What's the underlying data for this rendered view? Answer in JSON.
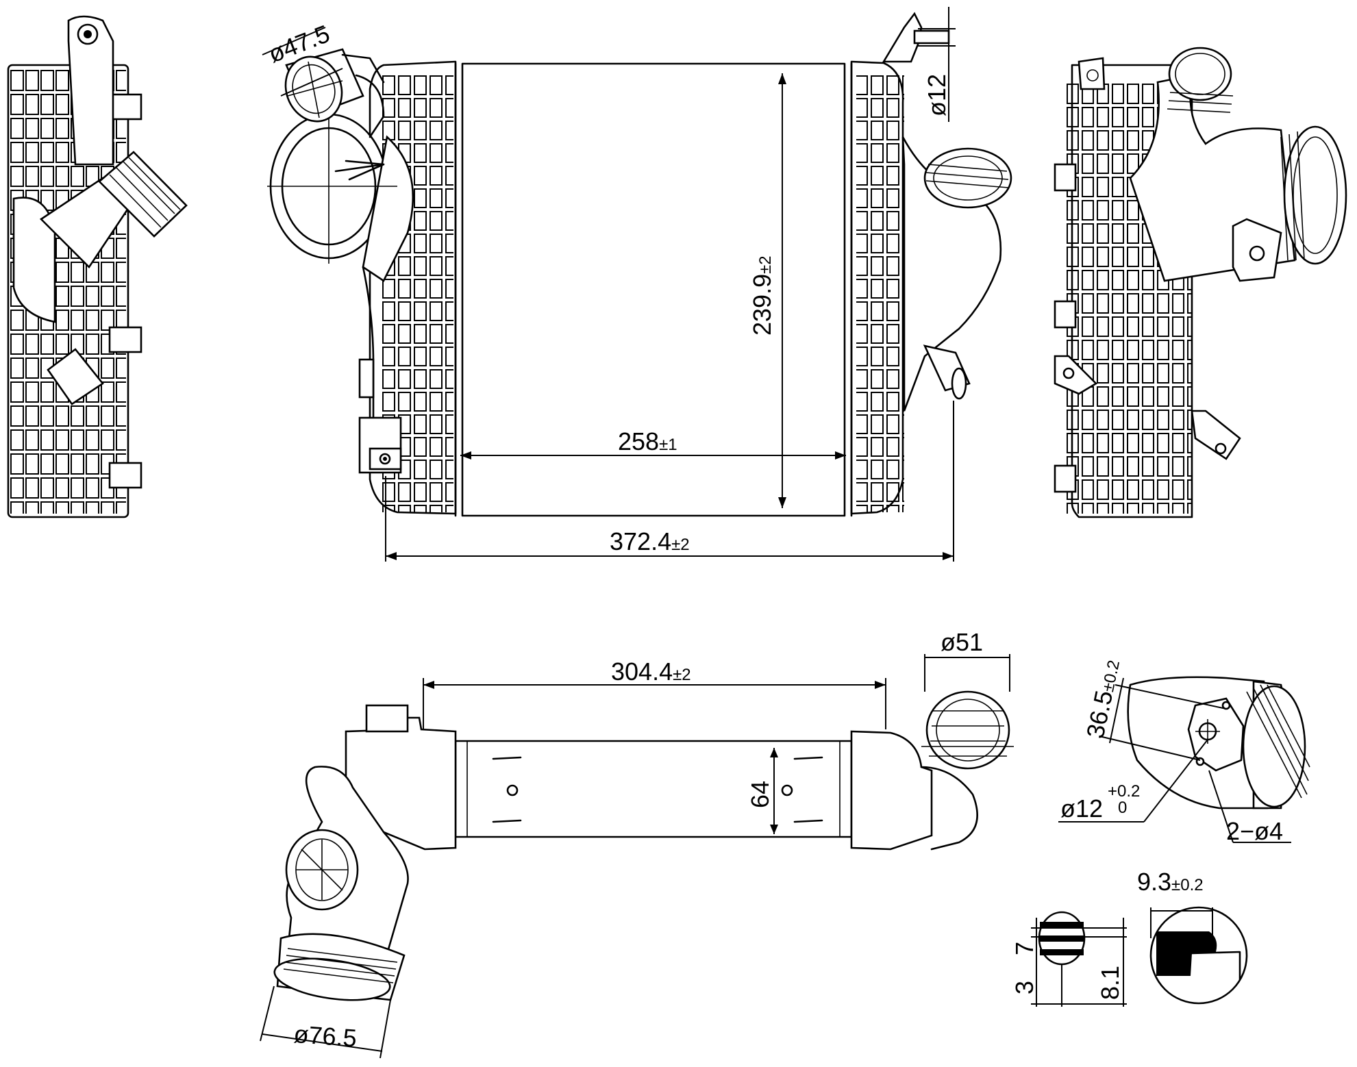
{
  "dimensions": {
    "inlet_dia": "ø47.5",
    "bolt_dia": "ø12",
    "core_height": "239.9",
    "core_height_tol": "±2",
    "core_width": "258",
    "core_width_tol": "±1",
    "overall_width": "372.4",
    "overall_width_tol": "±2",
    "core_length": "304.4",
    "core_length_tol": "±2",
    "outlet_dia": "ø51",
    "core_depth": "64",
    "hose_dia": "ø76.5",
    "sensor_spacing": "36.5",
    "sensor_spacing_tol": "±0.2",
    "sensor_hole": "ø12",
    "sensor_hole_tol_upper": "+0.2",
    "sensor_hole_tol_lower": "0",
    "screw_holes": "2−ø4",
    "tube_width": "9.3",
    "tube_width_tol": "±0.2",
    "tube_pitch": "7",
    "fin_gap": "3",
    "tube_height": "8.1"
  }
}
